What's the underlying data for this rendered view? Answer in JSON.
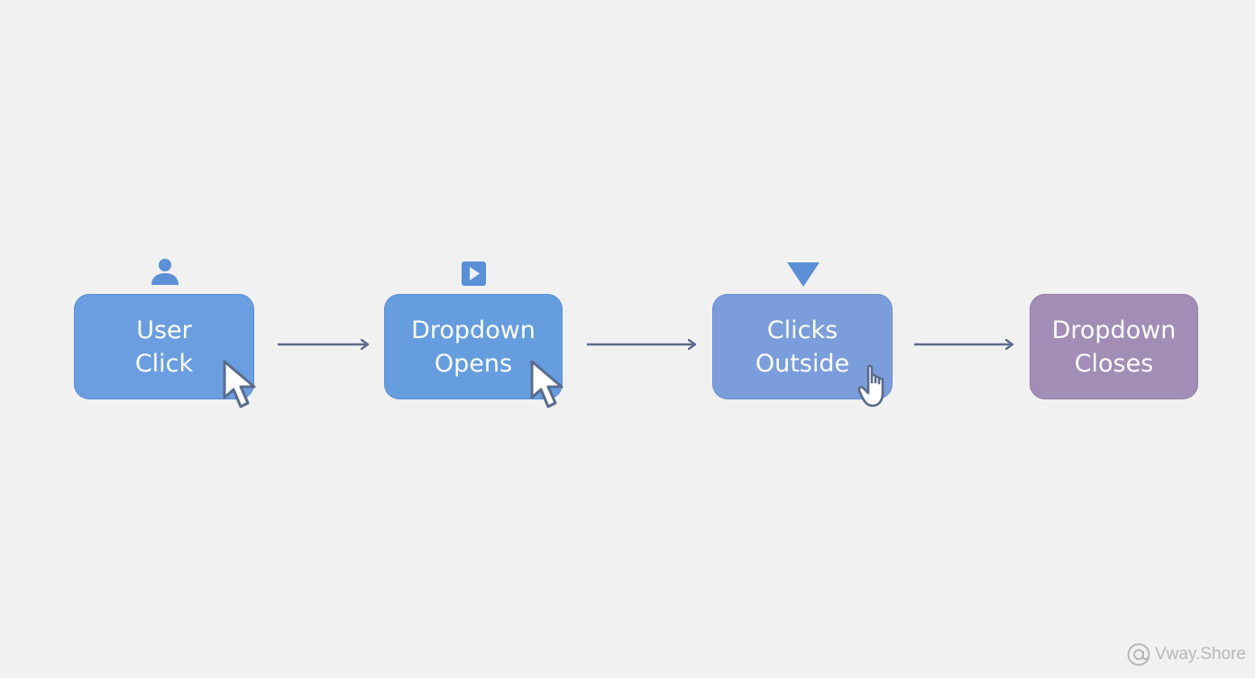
{
  "steps": [
    {
      "line1": "User",
      "line2": "Click",
      "icon": "user-icon",
      "cursor": "arrow-cursor-icon",
      "color": "#6b9ee0"
    },
    {
      "line1": "Dropdown",
      "line2": "Opens",
      "icon": "play-square-icon",
      "cursor": "arrow-cursor-icon",
      "color": "#659ddf"
    },
    {
      "line1": "Clicks",
      "line2": "Outside",
      "icon": "triangle-down-icon",
      "cursor": "hand-pointer-icon",
      "color": "#7b9ddb"
    },
    {
      "line1": "Dropdown",
      "line2": "Closes",
      "icon": "",
      "cursor": "",
      "color": "#a28db6"
    }
  ],
  "connector_color": "#5f6b8c",
  "icon_color": "#5b8fd6",
  "watermark": {
    "text": "Vway.Shore",
    "icon": "at-sign-icon"
  }
}
